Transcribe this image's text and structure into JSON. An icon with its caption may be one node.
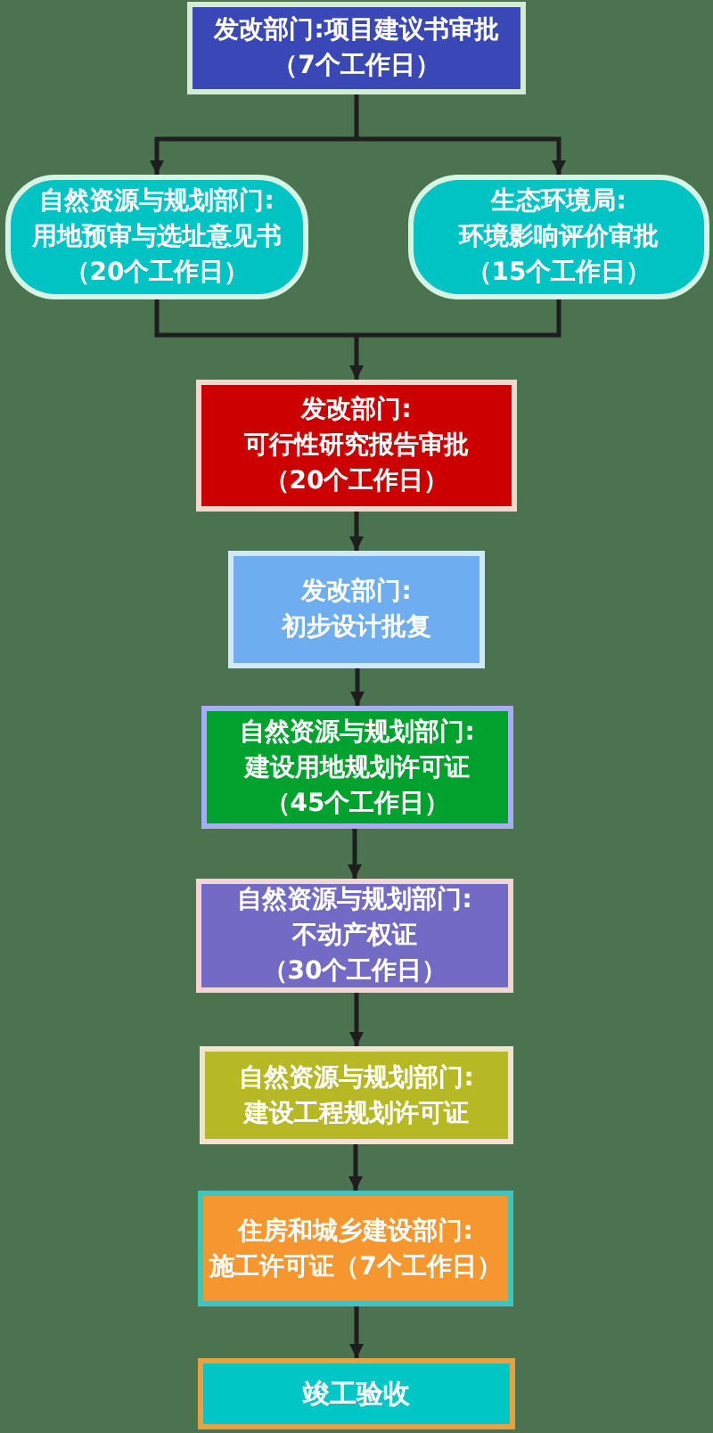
{
  "diagram": {
    "nodes": [
      {
        "text": [
          "发改部门:项目建议书审批",
          "（7个工作日）"
        ]
      },
      {
        "text": [
          "自然资源与规划部门:",
          "用地预审与选址意见书",
          "（20个工作日）"
        ]
      },
      {
        "text": [
          "生态环境局:",
          "环境影响评价审批",
          "（15个工作日）"
        ]
      },
      {
        "text": [
          "发改部门:",
          "可行性研究报告审批",
          "（20个工作日）"
        ]
      },
      {
        "text": [
          "发改部门:",
          "初步设计批复"
        ]
      },
      {
        "text": [
          "自然资源与规划部门:",
          "建设用地规划许可证",
          "（45个工作日）"
        ]
      },
      {
        "text": [
          "自然资源与规划部门:",
          "不动产权证",
          "（30个工作日）"
        ]
      },
      {
        "text": [
          "自然资源与规划部门:",
          "建设工程规划许可证"
        ]
      },
      {
        "text": [
          "住房和城乡建设部门:",
          "施工许可证（7个工作日）"
        ]
      },
      {
        "text": [
          "竣工验收"
        ]
      }
    ],
    "edges": [
      {
        "from": 0,
        "to": 1,
        "arrow": "to"
      },
      {
        "from": 0,
        "to": 2,
        "arrow": "to"
      },
      {
        "from": 1,
        "to": 3,
        "arrow": "to"
      },
      {
        "from": 2,
        "to": 3,
        "arrow": "to"
      },
      {
        "from": 3,
        "to": 4,
        "arrow": "to"
      },
      {
        "from": 4,
        "to": 5,
        "arrow": "to"
      },
      {
        "from": 5,
        "to": 6,
        "arrow": "to"
      },
      {
        "from": 6,
        "to": 7,
        "arrow": "to"
      },
      {
        "from": 7,
        "to": 8,
        "arrow": "to"
      },
      {
        "from": 8,
        "to": 9,
        "arrow": "to"
      }
    ]
  }
}
